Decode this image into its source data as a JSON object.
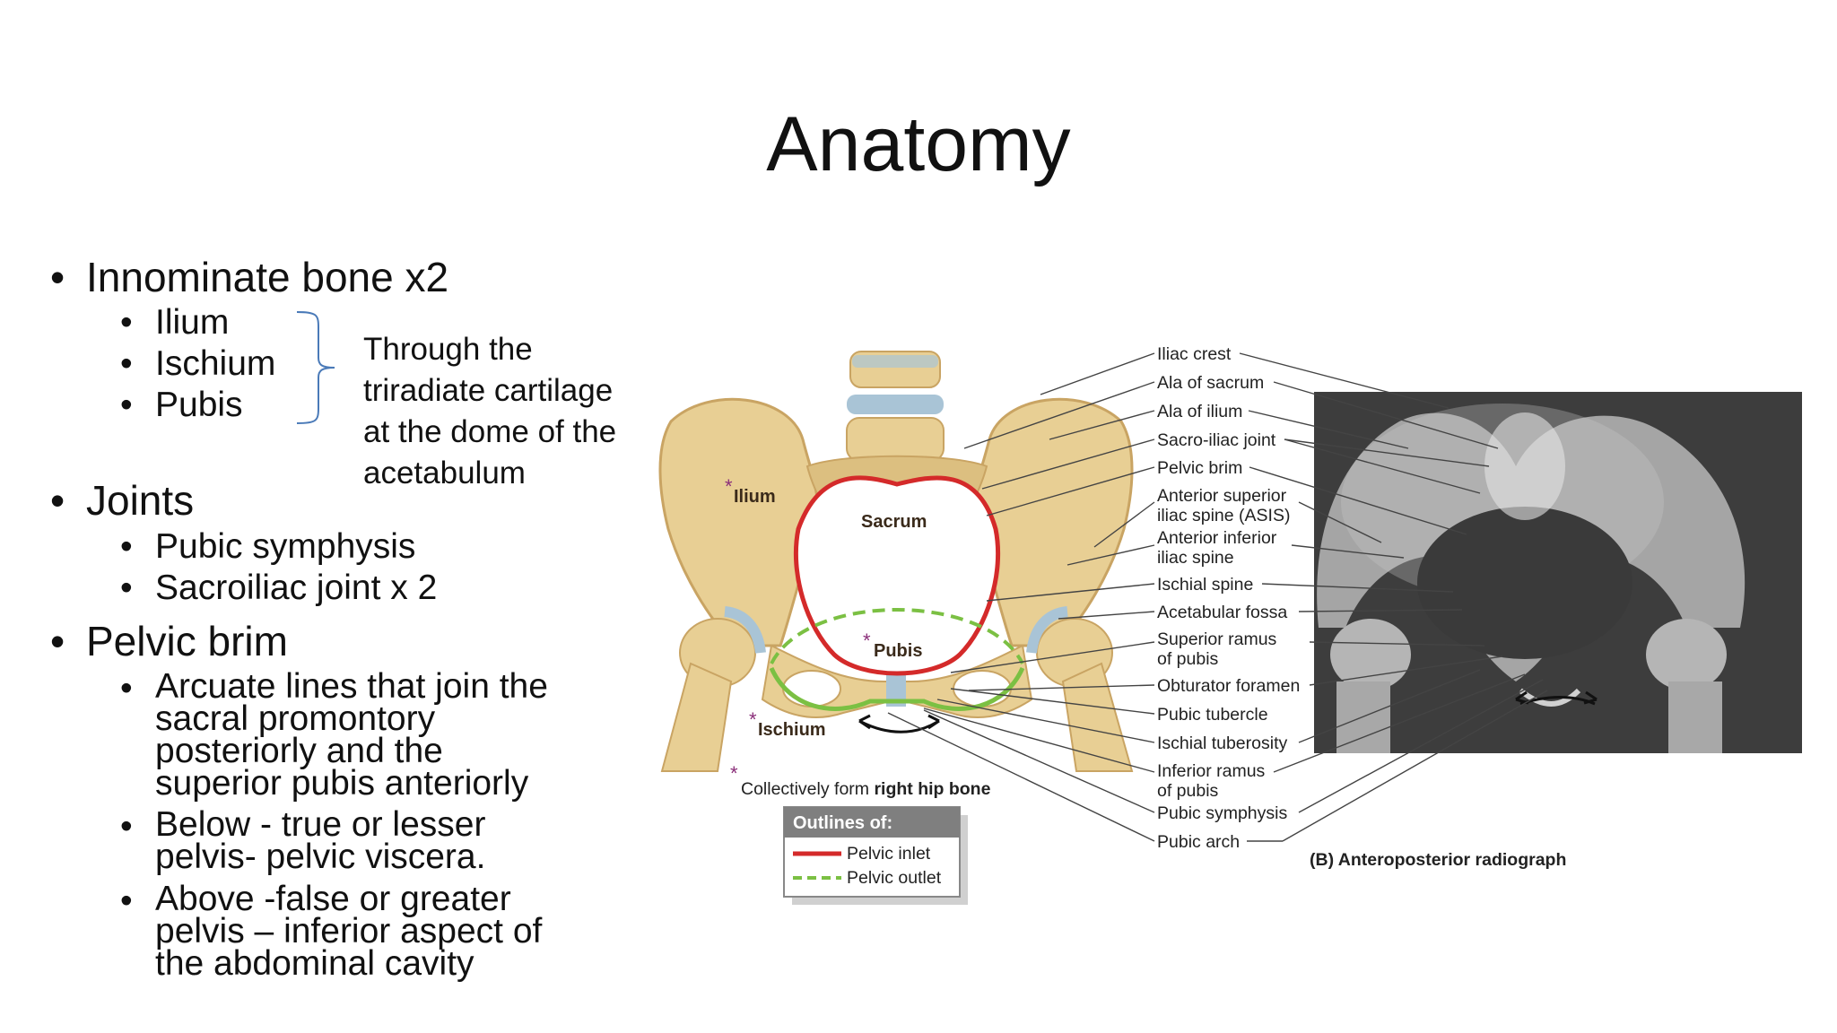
{
  "slide": {
    "title": "Anatomy",
    "bullets": {
      "innominate": "Innominate bone x2",
      "bone_parts": [
        "Ilium",
        "Ischium",
        "Pubis"
      ],
      "brace_note": [
        "Through the",
        "triradiate cartilage",
        "at the dome of the",
        "acetabulum"
      ],
      "joints": "Joints",
      "joint_items": [
        "Pubic symphysis",
        "Sacroiliac joint x 2"
      ],
      "pelvic_brim": "Pelvic brim",
      "brim_items": [
        "Arcuate lines that join the sacral promontory posteriorly and the superior pubis anteriorly",
        "Below - true or lesser pelvis- pelvic viscera.",
        "Above -false or greater pelvis – inferior aspect of the abdominal cavity"
      ]
    }
  },
  "figure": {
    "bone_labels": {
      "ilium": "Ilium",
      "sacrum": "Sacrum",
      "pubis": "Pubis",
      "ischium": "Ischium",
      "star": "*"
    },
    "caption_prefix": "Collectively form ",
    "caption_bold": "right hip bone",
    "legend": {
      "title": "Outlines of:",
      "items": [
        {
          "label": "Pelvic inlet",
          "color": "#d42a2a"
        },
        {
          "label": "Pelvic outlet",
          "color": "#7bc043"
        }
      ]
    },
    "callouts": [
      {
        "lines": [
          "Iliac crest"
        ]
      },
      {
        "lines": [
          "Ala of sacrum"
        ]
      },
      {
        "lines": [
          "Ala of ilium"
        ]
      },
      {
        "lines": [
          "Sacro-iliac joint"
        ]
      },
      {
        "lines": [
          "Pelvic brim"
        ]
      },
      {
        "lines": [
          "Anterior superior",
          "iliac spine (ASIS)"
        ]
      },
      {
        "lines": [
          "Anterior inferior",
          "iliac spine"
        ]
      },
      {
        "lines": [
          "Ischial spine"
        ]
      },
      {
        "lines": [
          "Acetabular fossa"
        ]
      },
      {
        "lines": [
          "Superior ramus",
          "of pubis"
        ]
      },
      {
        "lines": [
          "Obturator foramen"
        ]
      },
      {
        "lines": [
          "Pubic tubercle"
        ]
      },
      {
        "lines": [
          "Ischial tuberosity"
        ]
      },
      {
        "lines": [
          "Inferior ramus",
          "of pubis"
        ]
      },
      {
        "lines": [
          "Pubic symphysis"
        ]
      },
      {
        "lines": [
          "Pubic arch"
        ]
      }
    ],
    "radiograph_caption": "(B) Anteroposterior radiograph",
    "colors": {
      "bone": "#e8cf94",
      "bone_shade": "#c9a463",
      "cartilage": "#a9c4d6",
      "inlet": "#d42a2a",
      "outlet": "#7bc043"
    }
  }
}
